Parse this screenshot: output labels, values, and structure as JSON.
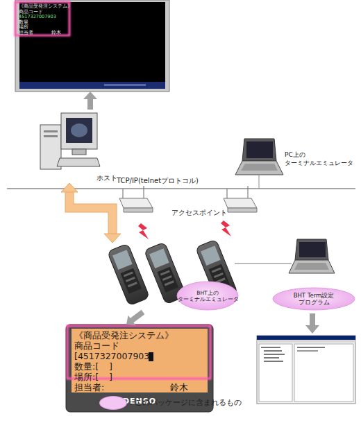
{
  "diagram": {
    "nodes": [
      {
        "text": [
          "《商品受発注システム》",
          "商品コード",
          "4517327007903",
          "数量",
          "場所",
          "担当者",
          "鈴木"
        ]
      },
      {
        "text": [
          "ホスト"
        ]
      },
      {
        "text": [
          "PC上の ターミナルエミュレータ"
        ]
      },
      {
        "text": [
          "BHT上の ターミナルエミュレータ"
        ]
      },
      {
        "text": [
          "BHT Term設定 プログラム"
        ]
      },
      {
        "text": [
          "《商品受発注システム》",
          "商品コード",
          "[4517327007903]",
          "数量:[",
          "]",
          "場所:[",
          "]",
          "担当者:",
          "鈴木",
          "DENSO"
        ]
      }
    ],
    "edges": [
      {
        "from": 1,
        "to": 0,
        "arrow": "to"
      },
      {
        "from": 1,
        "to": 3,
        "arrow": "both"
      },
      {
        "from": 3,
        "to": 5,
        "arrow": "to"
      }
    ],
    "labels": [
      "TCP/IP(telnetプロトコル)",
      "アクセスポイント"
    ],
    "legend": [
      {
        "text": ": このパッケージに含まれるもの",
        "color": "#f4c6f4"
      }
    ]
  }
}
